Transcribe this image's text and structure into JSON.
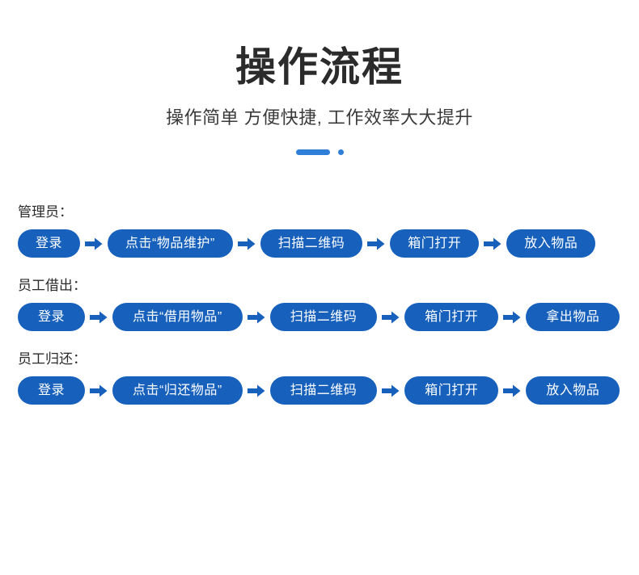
{
  "header": {
    "title": "操作流程",
    "subtitle": "操作简单  方便快捷, 工作效率大大提升",
    "decorator": {
      "bar_color": "#2f7ed8",
      "dot_color": "#2f7ed8"
    }
  },
  "theme": {
    "pill_color": "#1761bd",
    "pill_text_color": "#ffffff",
    "arrow_color": "#1761bd",
    "text_color": "#2b2b2b",
    "background": "#ffffff"
  },
  "arrow_icon": "arrow-right-icon",
  "flows": [
    {
      "label": "管理员：",
      "steps": [
        "登录",
        "点击“物品维护”",
        "扫描二维码",
        "箱门打开",
        "放入物品"
      ]
    },
    {
      "label": "员工借出：",
      "steps": [
        "登录",
        "点击“借用物品”",
        "扫描二维码",
        "箱门打开",
        "拿出物品"
      ]
    },
    {
      "label": "员工归还：",
      "steps": [
        "登录",
        "点击“归还物品”",
        "扫描二维码",
        "箱门打开",
        "放入物品"
      ]
    }
  ]
}
